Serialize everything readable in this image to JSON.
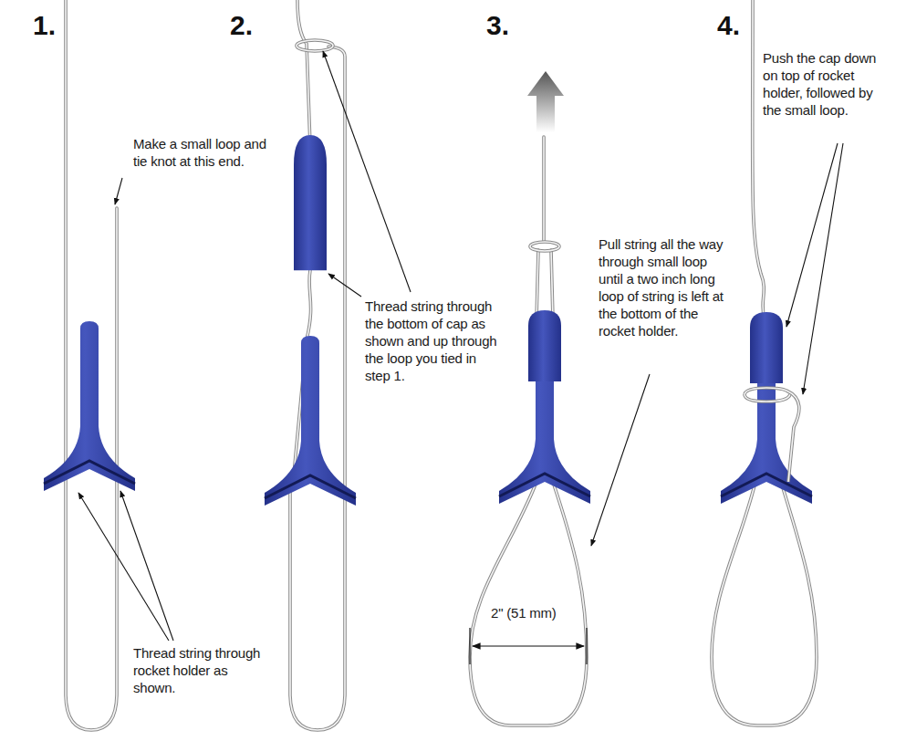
{
  "diagram": {
    "labels": [
      "1.",
      "2.",
      "3.",
      "4.",
      "Make a small loop and tie knot at this end.",
      "Thread string through rocket holder as shown.",
      "Thread string through the bottom of cap as shown and up through the loop you tied in step 1.",
      "Pull string all the way through small loop until a two inch long loop of string is left at the bottom of the rocket holder.",
      "2\" (51 mm)",
      "Push the cap down on top of rocket holder, followed by the small loop."
    ]
  }
}
